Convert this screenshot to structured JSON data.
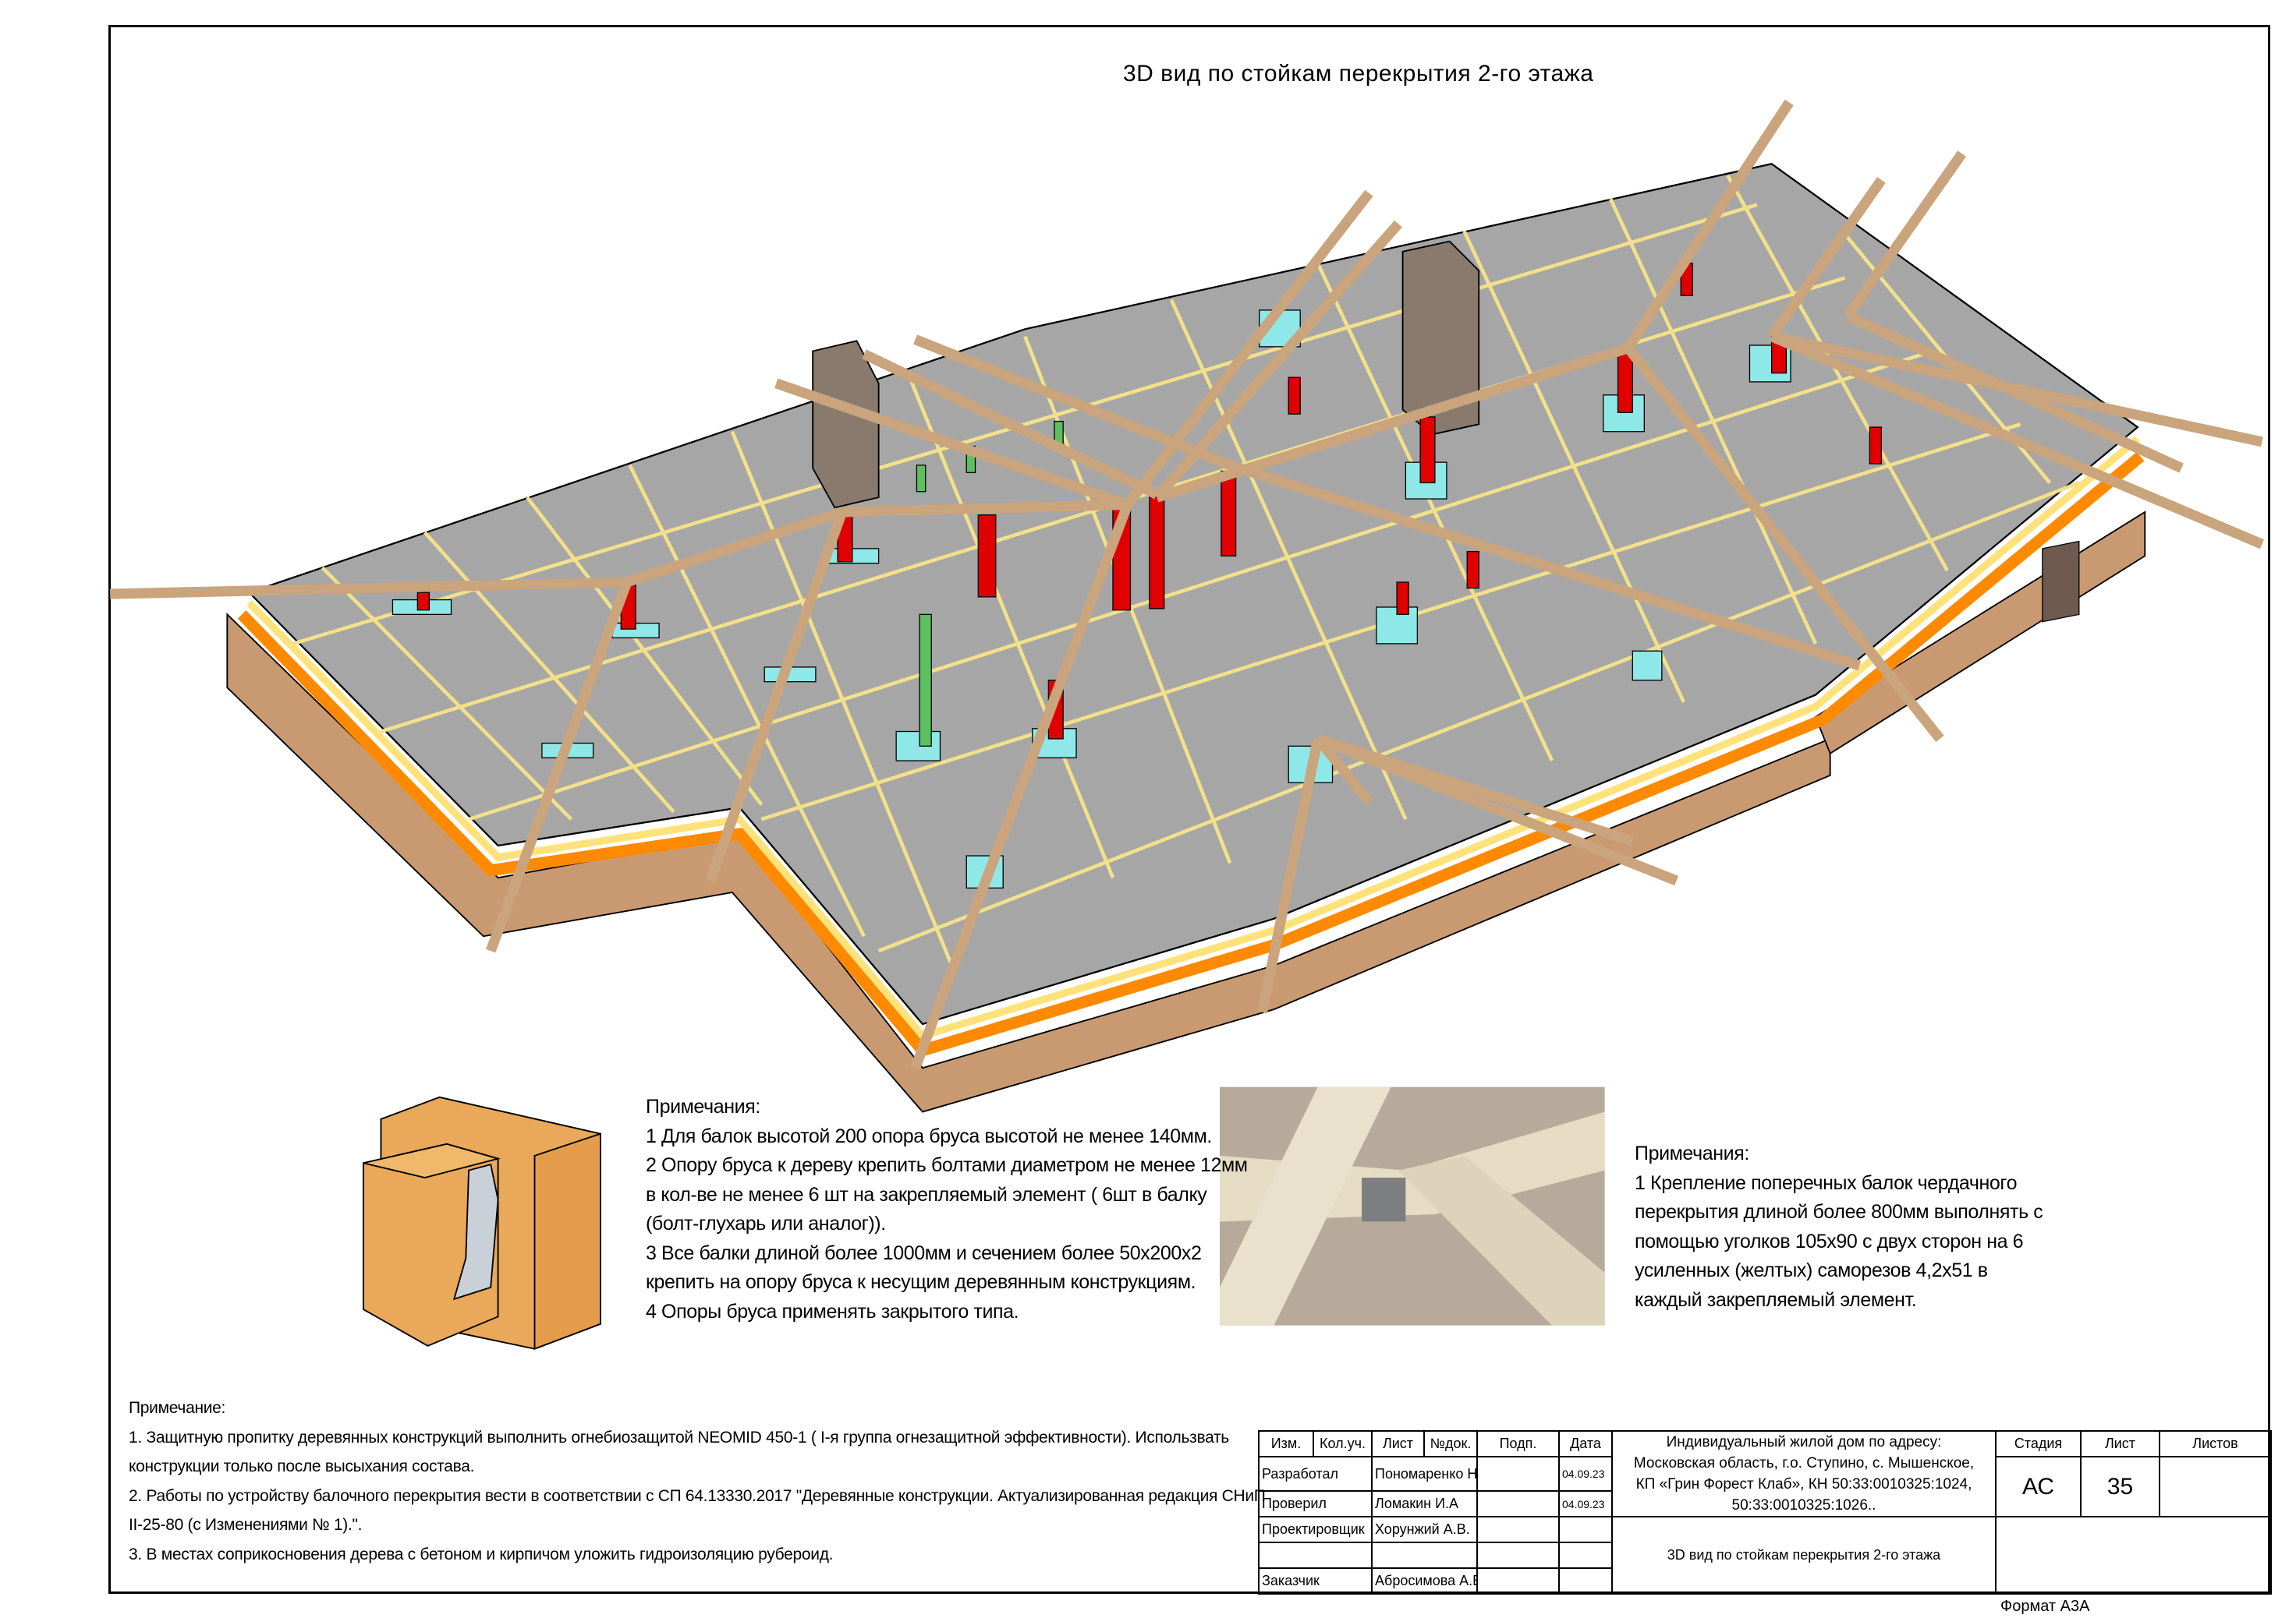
{
  "drawing": {
    "title": "3D вид по стойкам перекрытия 2-го этажа"
  },
  "notes_middle": {
    "heading": "Примечания:",
    "lines": [
      "1 Для балок высотой 200 опора бруса высотой не менее 140мм.",
      "2 Опору бруса к дереву крепить болтами диаметром не менее 12мм",
      "в кол-ве не менее 6 шт на закрепляемый элемент ( 6шт в балку",
      "(болт-глухарь или аналог)).",
      "3 Все балки длиной более 1000мм и сечением более 50х200х2",
      "крепить на опору бруса к несущим деревянным конструкциям.",
      "4 Опоры бруса применять закрытого типа."
    ]
  },
  "notes_right": {
    "heading": "Примечания:",
    "lines": [
      "1 Крепление поперечных балок чердачного",
      "перекрытия длиной более 800мм выполнять с",
      "помощью уголков 105х90 с двух сторон на 6",
      "усиленных (желтых) саморезов 4,2х51 в",
      "каждый закрепляемый элемент."
    ]
  },
  "notes_bottom": {
    "heading": "Примечание:",
    "lines": [
      "1. Защитную пропитку деревянных конструкций выполнить огнебиозащитой NEOMID 450-1 ( I-я группа огнезащитной эффективности). Использвать",
      "конструкции только после высыхания состава.",
      "2. Работы по устройству балочного перекрытия вести в соответствии с СП 64.13330.2017 \"Деревянные конструкции. Актуализированная редакция СНиП",
      "II-25-80 (с Изменениями № 1).\".",
      "3. В местах соприкосновения дерева с бетоном и кирпичом уложить гидроизоляцию рубероид."
    ]
  },
  "title_block": {
    "headers": [
      "Изм.",
      "Кол.уч.",
      "Лист",
      "№док.",
      "Подп.",
      "Дата"
    ],
    "rows": [
      {
        "role": "Разработал",
        "name": "Пономаренко Н.А.",
        "sign": "",
        "date": "04.09.23"
      },
      {
        "role": "Проверил",
        "name": "Ломакин И.А",
        "sign": "",
        "date": "04.09.23"
      },
      {
        "role": "Проектировщик",
        "name": "Хорунжий А.В.",
        "sign": "",
        "date": ""
      },
      {
        "role": "",
        "name": "",
        "sign": "",
        "date": ""
      },
      {
        "role": "Заказчик",
        "name": "Абросимова А.В.",
        "sign": "",
        "date": ""
      }
    ],
    "project": "Индивидуальный жилой дом по адресу: Московская область, г.о. Ступино, с. Мышенское, КП «Грин Форест Клаб», КН 50:33:0010325:1024, 50:33:0010325:1026..",
    "sheet_title": "3D вид по стойкам перекрытия 2-го этажа",
    "stage_label": "Стадия",
    "sheet_label": "Лист",
    "sheets_label": "Листов",
    "stage": "АС",
    "sheet": "35",
    "sheets": ""
  },
  "format_label": "Формат А3А",
  "colors": {
    "floor": "#a6a6a6",
    "joist": "#f2e08a",
    "rafter": "#c9a47c",
    "post": "#e00000",
    "support": "#8fe8e8",
    "orange": "#ff8a00",
    "brick": "#c99a72",
    "chimney": "#8a7a6e"
  }
}
